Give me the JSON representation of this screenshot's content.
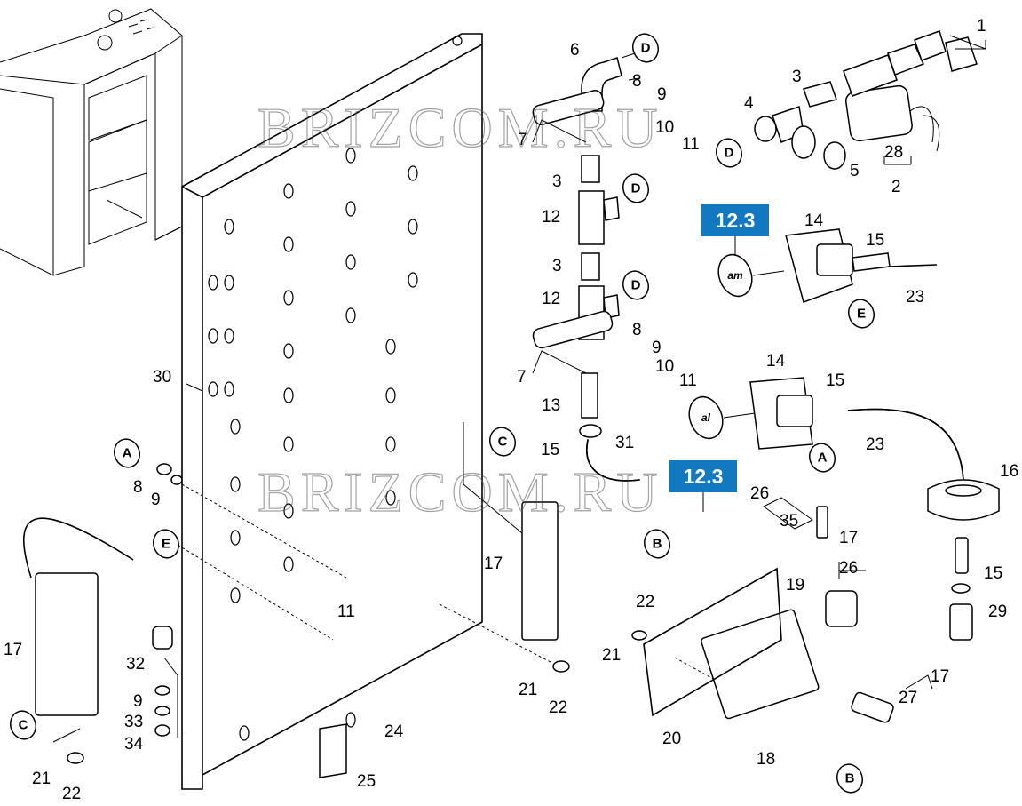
{
  "watermark": "BRIZCOM.RU",
  "ref_label": "12.3",
  "letters": {
    "a": "A",
    "b": "B",
    "c": "C",
    "d": "D",
    "e": "E"
  },
  "tags": {
    "am": "am",
    "al": "al"
  },
  "callouts": [
    {
      "id": "c1",
      "text": "1"
    },
    {
      "id": "c2",
      "text": "2"
    },
    {
      "id": "c3",
      "text": "3"
    },
    {
      "id": "c4",
      "text": "4"
    },
    {
      "id": "c5",
      "text": "5"
    },
    {
      "id": "c28",
      "text": "28"
    },
    {
      "id": "c6",
      "text": "6"
    },
    {
      "id": "c7a",
      "text": "7"
    },
    {
      "id": "c8a",
      "text": "8"
    },
    {
      "id": "c9a",
      "text": "9"
    },
    {
      "id": "c10a",
      "text": "10"
    },
    {
      "id": "c11a",
      "text": "11"
    },
    {
      "id": "c3b",
      "text": "3"
    },
    {
      "id": "c12a",
      "text": "12"
    },
    {
      "id": "c3c",
      "text": "3"
    },
    {
      "id": "c12b",
      "text": "12"
    },
    {
      "id": "c8b",
      "text": "8"
    },
    {
      "id": "c9b",
      "text": "9"
    },
    {
      "id": "c7b",
      "text": "7"
    },
    {
      "id": "c10b",
      "text": "10"
    },
    {
      "id": "c11b",
      "text": "11"
    },
    {
      "id": "c13",
      "text": "13"
    },
    {
      "id": "c15a",
      "text": "15"
    },
    {
      "id": "c31",
      "text": "31"
    },
    {
      "id": "c14a",
      "text": "14"
    },
    {
      "id": "c15b",
      "text": "15"
    },
    {
      "id": "c23a",
      "text": "23"
    },
    {
      "id": "c14b",
      "text": "14"
    },
    {
      "id": "c15c",
      "text": "15"
    },
    {
      "id": "c23b",
      "text": "23"
    },
    {
      "id": "c16",
      "text": "16"
    },
    {
      "id": "c30",
      "text": "30"
    },
    {
      "id": "c8c",
      "text": "8"
    },
    {
      "id": "c9c",
      "text": "9"
    },
    {
      "id": "c11c",
      "text": "11"
    },
    {
      "id": "c17a",
      "text": "17"
    },
    {
      "id": "c32",
      "text": "32"
    },
    {
      "id": "c9d",
      "text": "9"
    },
    {
      "id": "c33",
      "text": "33"
    },
    {
      "id": "c34",
      "text": "34"
    },
    {
      "id": "c21a",
      "text": "21"
    },
    {
      "id": "c22a",
      "text": "22"
    },
    {
      "id": "c17b",
      "text": "17"
    },
    {
      "id": "c21b",
      "text": "21"
    },
    {
      "id": "c22b",
      "text": "22"
    },
    {
      "id": "c24",
      "text": "24"
    },
    {
      "id": "c25",
      "text": "25"
    },
    {
      "id": "c26a",
      "text": "26"
    },
    {
      "id": "c35",
      "text": "35"
    },
    {
      "id": "c17c",
      "text": "17"
    },
    {
      "id": "c26b",
      "text": "26"
    },
    {
      "id": "c19",
      "text": "19"
    },
    {
      "id": "c22c",
      "text": "22"
    },
    {
      "id": "c21c",
      "text": "21"
    },
    {
      "id": "c15d",
      "text": "15"
    },
    {
      "id": "c29",
      "text": "29"
    },
    {
      "id": "c17d",
      "text": "17"
    },
    {
      "id": "c27",
      "text": "27"
    },
    {
      "id": "c20",
      "text": "20"
    },
    {
      "id": "c18",
      "text": "18"
    }
  ]
}
